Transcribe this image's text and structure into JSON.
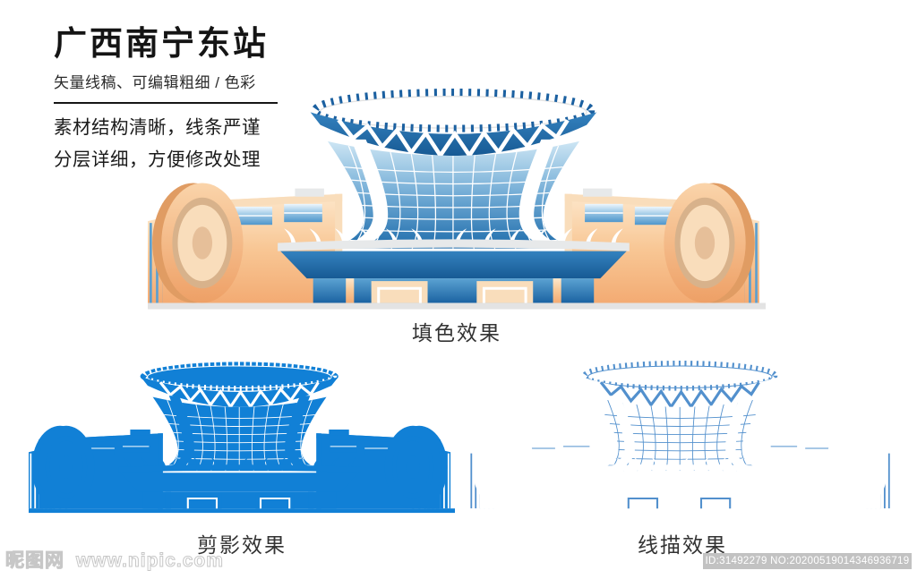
{
  "header": {
    "title": "广西南宁东站",
    "subtitle": "矢量线稿、可编辑粗细 / 色彩",
    "desc_line1": "素材结构清晰，线条严谨",
    "desc_line2": "分层详细，方便修改处理"
  },
  "figures": [
    {
      "label": "填色效果",
      "style": "full-color"
    },
    {
      "label": "剪影效果",
      "style": "blue-silhouette"
    },
    {
      "label": "线描效果",
      "style": "line-drawing"
    }
  ],
  "watermark": {
    "site_name": "昵图网",
    "site_url": "www.nipic.com"
  },
  "badge": {
    "id_text": "ID:31492279 NO:20200519014346936719"
  },
  "palette": {
    "silhouette_blue": "#1180d6",
    "outline_blue": "#5290cd",
    "building_orange": "#f5b57e",
    "glass_blue": "#2a77b2",
    "canopy_blue": "#1d66a4",
    "ground_gray": "#e3e3e3",
    "badge_gray": "#c2c2c2"
  }
}
